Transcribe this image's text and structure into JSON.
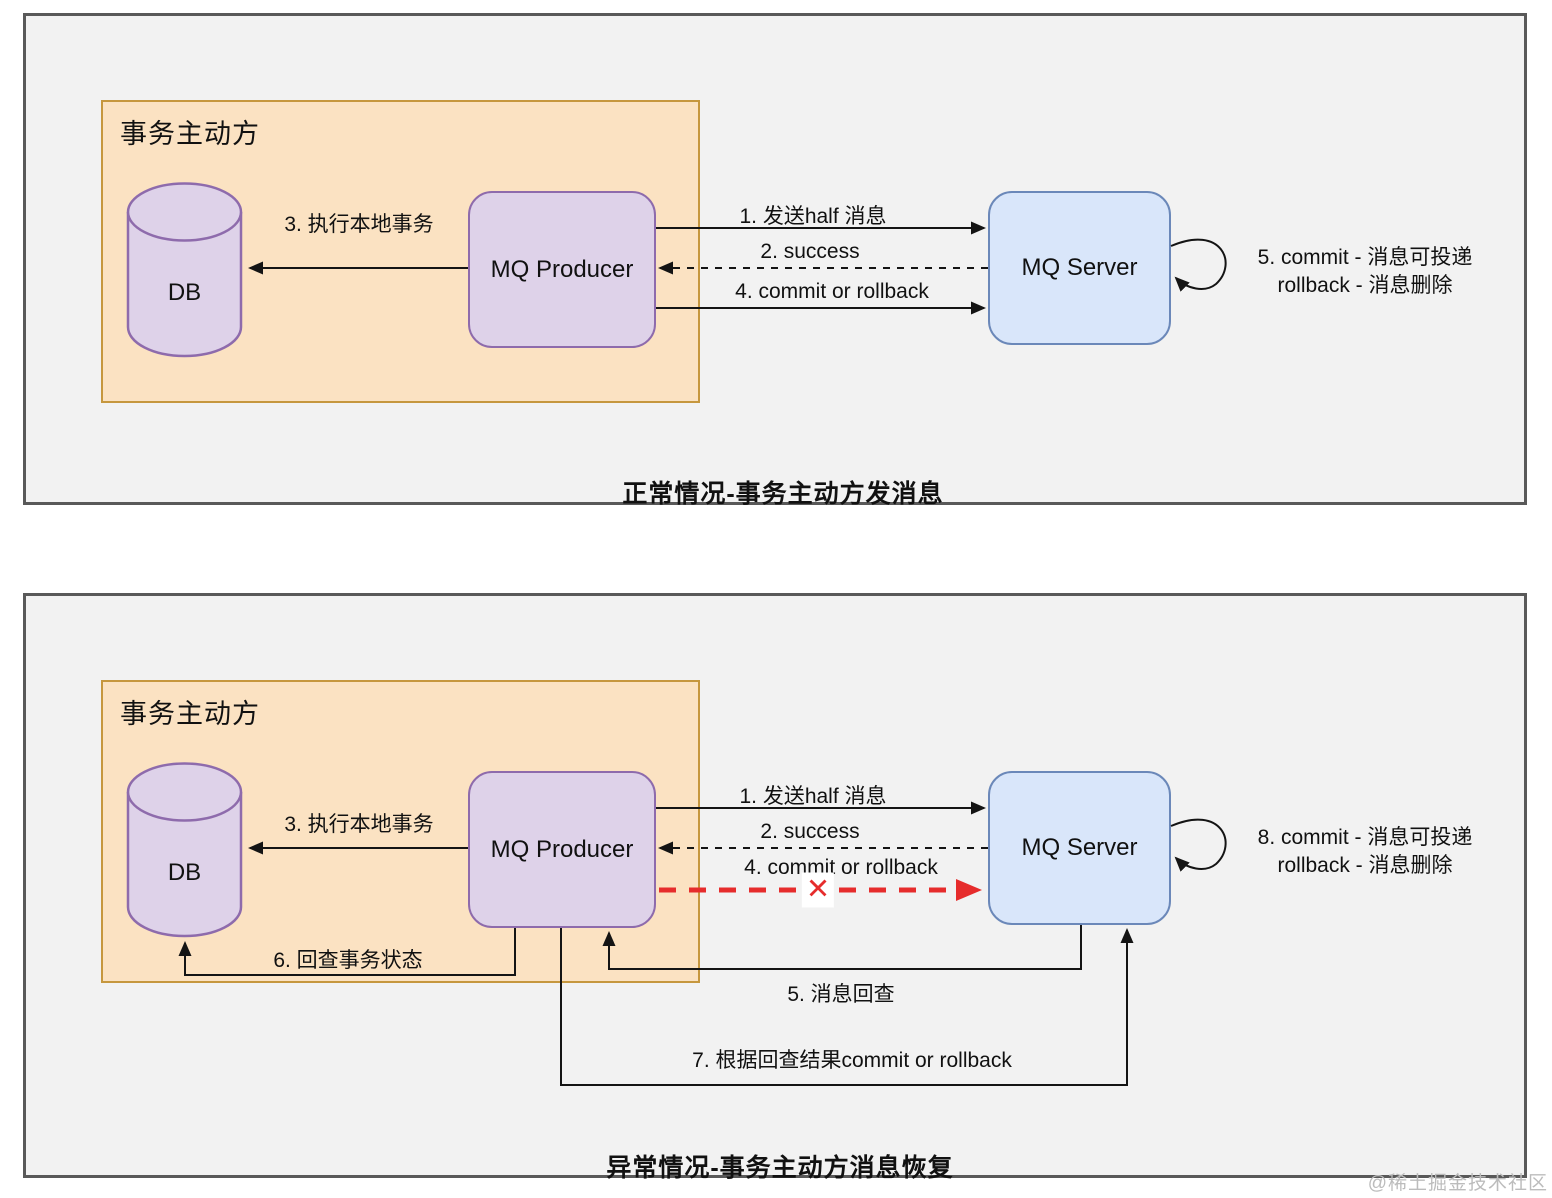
{
  "panels": [
    {
      "title": "正常情况-事务主动方发消息",
      "group_label": "事务主动方",
      "db_label": "DB",
      "producer_label": "MQ Producer",
      "server_label": "MQ Server",
      "arrows": {
        "send_half": "1. 发送half 消息",
        "success": "2. success",
        "commit_or_rollback": "4. commit or rollback",
        "local_tx": "3. 执行本地事务"
      },
      "note_line1": "5. commit - 消息可投递",
      "note_line2": "rollback - 消息删除"
    },
    {
      "title": "异常情况-事务主动方消息恢复",
      "group_label": "事务主动方",
      "db_label": "DB",
      "producer_label": "MQ Producer",
      "server_label": "MQ Server",
      "arrows": {
        "send_half": "1. 发送half 消息",
        "success": "2. success",
        "commit_or_rollback": "4. commit or rollback",
        "local_tx": "3. 执行本地事务",
        "check_tx_status": "6. 回查事务状态",
        "message_check": "5. 消息回查",
        "check_result": "7. 根据回查结果commit or rollback"
      },
      "x_mark": "✕",
      "note_line1": "8. commit - 消息可投递",
      "note_line2": "rollback - 消息删除"
    }
  ],
  "watermark": "@稀土掘金技术社区",
  "colors": {
    "panel_fill": "#f2f2f2",
    "panel_stroke": "#595959",
    "group_fill": "#fbe2c2",
    "group_stroke": "#c6973e",
    "purple_fill": "#ded2e9",
    "purple_stroke": "#8e6bac",
    "blue_fill": "#d9e6fa",
    "blue_stroke": "#6b88b9",
    "arrow_black": "#141414",
    "arrow_red": "#e62c2c",
    "text": "#111111",
    "watermark_gray": "#bcbcbc"
  }
}
